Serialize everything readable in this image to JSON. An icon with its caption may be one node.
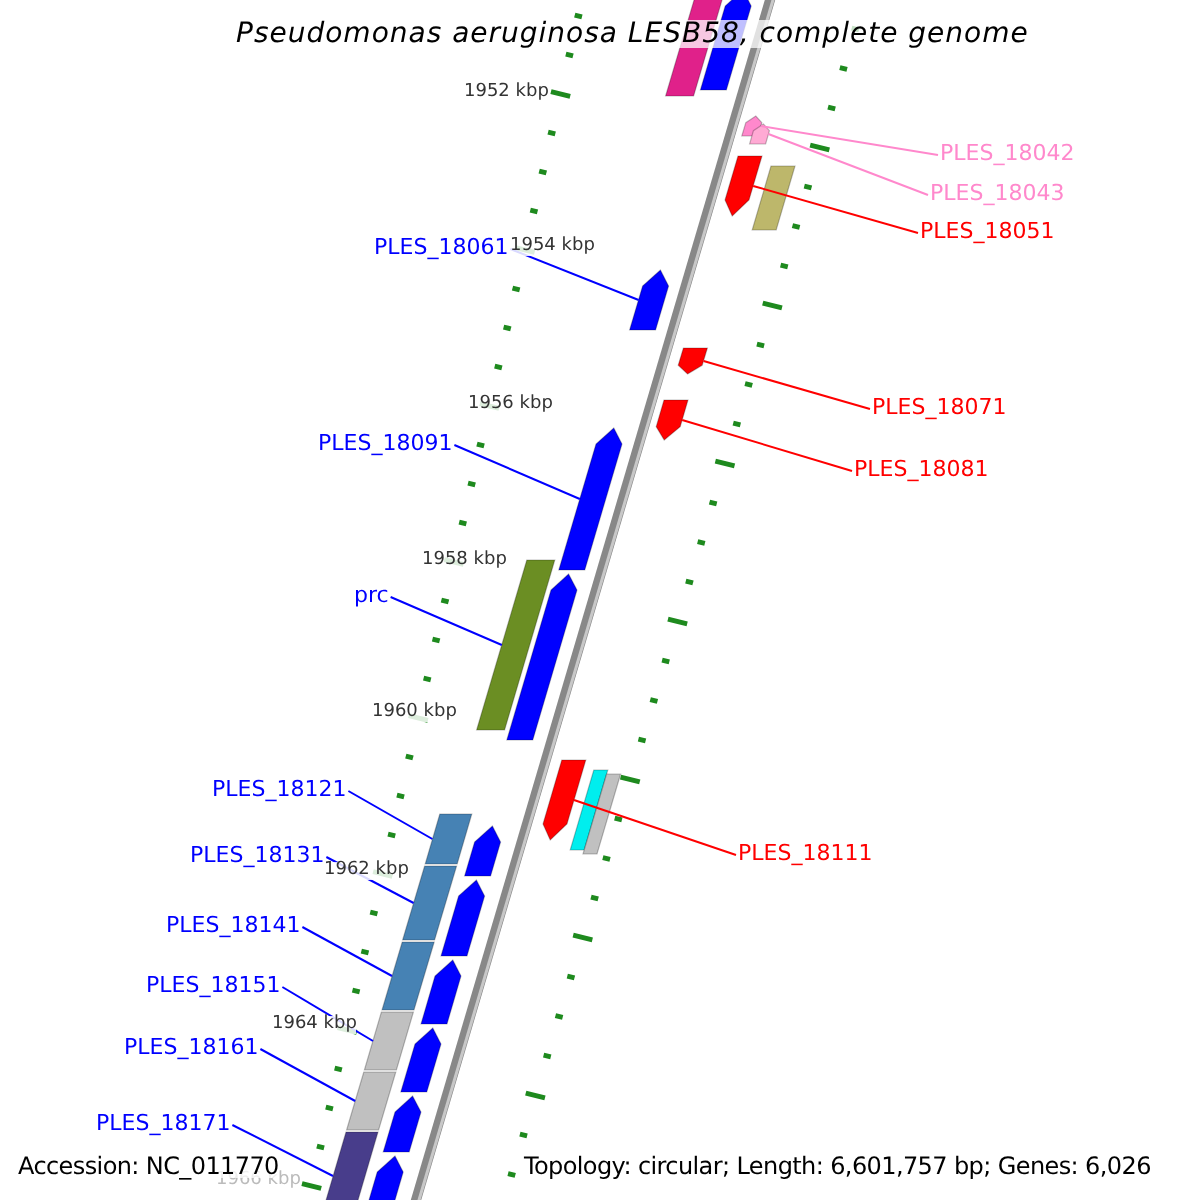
{
  "diagram": {
    "title": "Pseudomonas aeruginosa LESB58, complete genome",
    "nodes": [
      {
        "text": [
          "PLES_18042"
        ]
      },
      {
        "text": [
          "PLES_18043"
        ]
      },
      {
        "text": [
          "PLES_18051"
        ]
      },
      {
        "text": [
          "PLES_18061"
        ]
      },
      {
        "text": [
          "PLES_18071"
        ]
      },
      {
        "text": [
          "PLES_18081"
        ]
      },
      {
        "text": [
          "PLES_18091"
        ]
      },
      {
        "text": [
          "prc"
        ]
      },
      {
        "text": [
          "PLES_18111"
        ]
      },
      {
        "text": [
          "PLES_18121"
        ]
      },
      {
        "text": [
          "PLES_18131"
        ]
      },
      {
        "text": [
          "PLES_18141"
        ]
      },
      {
        "text": [
          "PLES_18151"
        ]
      },
      {
        "text": [
          "PLES_18161"
        ]
      },
      {
        "text": [
          "PLES_18171"
        ]
      },
      {
        "text": [],
        "shape": "arrow"
      },
      {
        "text": [],
        "shape": "arrow"
      },
      {
        "text": [],
        "shape": "arrow"
      },
      {
        "text": [],
        "shape": "arrow"
      },
      {
        "text": [],
        "shape": "arrow"
      },
      {
        "text": [],
        "shape": "arrow"
      },
      {
        "text": [],
        "shape": "arrow"
      },
      {
        "text": [],
        "shape": "bar"
      },
      {
        "text": [],
        "shape": "arrow"
      },
      {
        "text": [],
        "shape": "bar"
      },
      {
        "text": [],
        "shape": "bar"
      },
      {
        "text": [],
        "shape": "bar"
      },
      {
        "text": [],
        "shape": "bar"
      },
      {
        "text": [],
        "shape": "bar"
      },
      {
        "text": [],
        "shape": "bar"
      },
      {
        "text": [],
        "shape": "arrow"
      },
      {
        "text": [],
        "shape": "bar"
      },
      {
        "text": [],
        "shape": "arrow"
      },
      {
        "text": [],
        "shape": "bar"
      },
      {
        "text": [],
        "shape": "bar"
      },
      {
        "text": [],
        "shape": "bar"
      },
      {
        "text": [],
        "shape": "arrow"
      },
      {
        "text": [],
        "shape": "arrow"
      },
      {
        "text": [],
        "shape": "arrow"
      },
      {
        "text": [],
        "shape": "arrow"
      },
      {
        "text": [],
        "shape": "arrow"
      },
      {
        "text": [],
        "shape": "arrow"
      }
    ],
    "edges": [
      {
        "from": 0,
        "to": 15,
        "arrow": "none",
        "color": "#ff88cc"
      },
      {
        "from": 1,
        "to": 16,
        "arrow": "none",
        "color": "#ff88cc"
      },
      {
        "from": 2,
        "to": 17,
        "arrow": "none",
        "color": "#ff0000"
      },
      {
        "from": 3,
        "to": 18,
        "arrow": "none"
      },
      {
        "from": 4,
        "to": 19,
        "arrow": "none",
        "color": "#ff0000"
      },
      {
        "from": 5,
        "to": 20,
        "arrow": "none",
        "color": "#ff0000"
      },
      {
        "from": 6,
        "to": 21,
        "arrow": "none"
      },
      {
        "from": 7,
        "to": 22,
        "arrow": "none"
      },
      {
        "from": 8,
        "to": 23,
        "arrow": "none",
        "color": "#ff0000"
      },
      {
        "from": 9,
        "to": 24,
        "arrow": "none"
      },
      {
        "from": 10,
        "to": 25,
        "arrow": "none"
      },
      {
        "from": 11,
        "to": 26,
        "arrow": "none"
      },
      {
        "from": 12,
        "to": 27,
        "arrow": "none"
      },
      {
        "from": 13,
        "to": 28,
        "arrow": "none"
      },
      {
        "from": 14,
        "to": 29,
        "arrow": "none"
      }
    ],
    "labels": [
      "1952 kbp",
      "1954 kbp",
      "1956 kbp",
      "1958 kbp",
      "1960 kbp",
      "1962 kbp",
      "1964 kbp",
      "1966 kbp",
      "Accession: NC_011770",
      "Topology: circular; Length: 6,601,757 bp; Genes: 6,026"
    ]
  }
}
